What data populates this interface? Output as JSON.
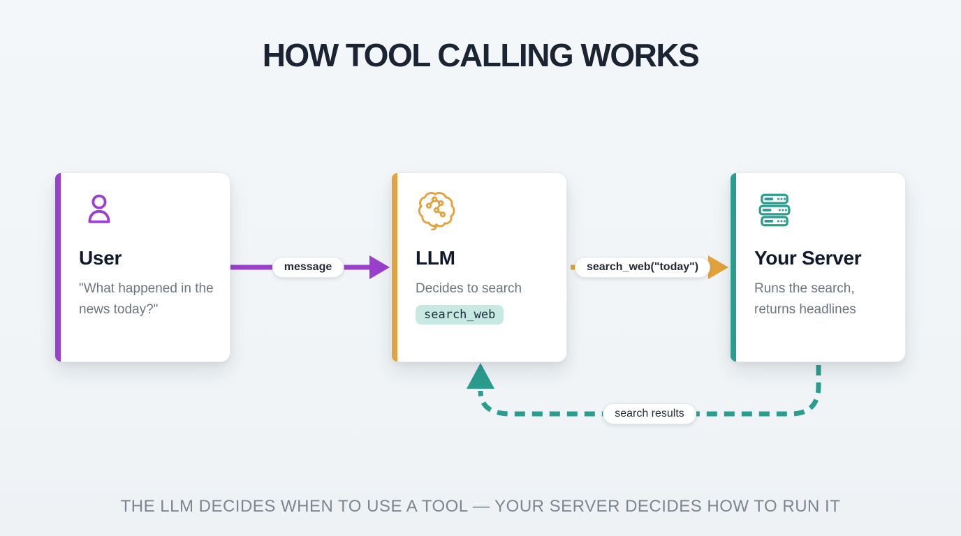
{
  "page": {
    "title": "HOW TOOL CALLING WORKS",
    "footer": "THE LLM DECIDES WHEN TO USE A TOOL — YOUR SERVER DECIDES HOW TO RUN IT"
  },
  "cards": {
    "user": {
      "title": "User",
      "quote": "\"What happened in the news today?\"",
      "icon": "user-icon",
      "accent_color": "#9a40cd"
    },
    "llm": {
      "title": "LLM",
      "subtitle": "Decides to search",
      "tool_chip": "search_web",
      "icon": "brain-circuit-icon",
      "accent_color": "#e2a23d"
    },
    "server": {
      "title": "Your Server",
      "subtitle": "Runs the search, returns headlines",
      "icon": "server-icon",
      "accent_color": "#2a9d8f"
    }
  },
  "arrows": {
    "message": {
      "label": "message",
      "color": "#9a40cd",
      "style": "solid"
    },
    "tool_call": {
      "label": "search_web(\"today\")",
      "color": "#e2a23d",
      "style": "solid"
    },
    "results": {
      "label": "search results",
      "color": "#2a9d8f",
      "style": "dashed"
    }
  },
  "colors": {
    "background": "#f2f5f7",
    "purple": "#9a40cd",
    "amber": "#e2a23d",
    "teal": "#2a9d8f",
    "chip_background": "#c7e9e2",
    "heading_text": "#1b2433",
    "body_text": "#6c757f",
    "footer_text": "#7b8692"
  }
}
